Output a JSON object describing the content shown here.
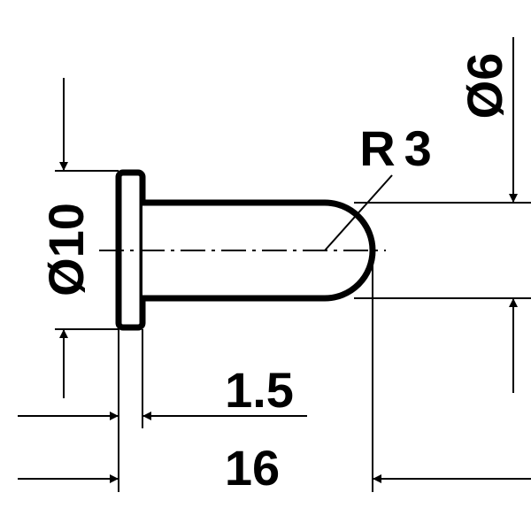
{
  "dimensions": {
    "head_diameter": "Ø10",
    "pin_diameter": "Ø6",
    "tip_radius": "R3",
    "head_thickness": "1.5",
    "overall_length": "16"
  },
  "colors": {
    "line": "#000000",
    "background": "#ffffff"
  }
}
